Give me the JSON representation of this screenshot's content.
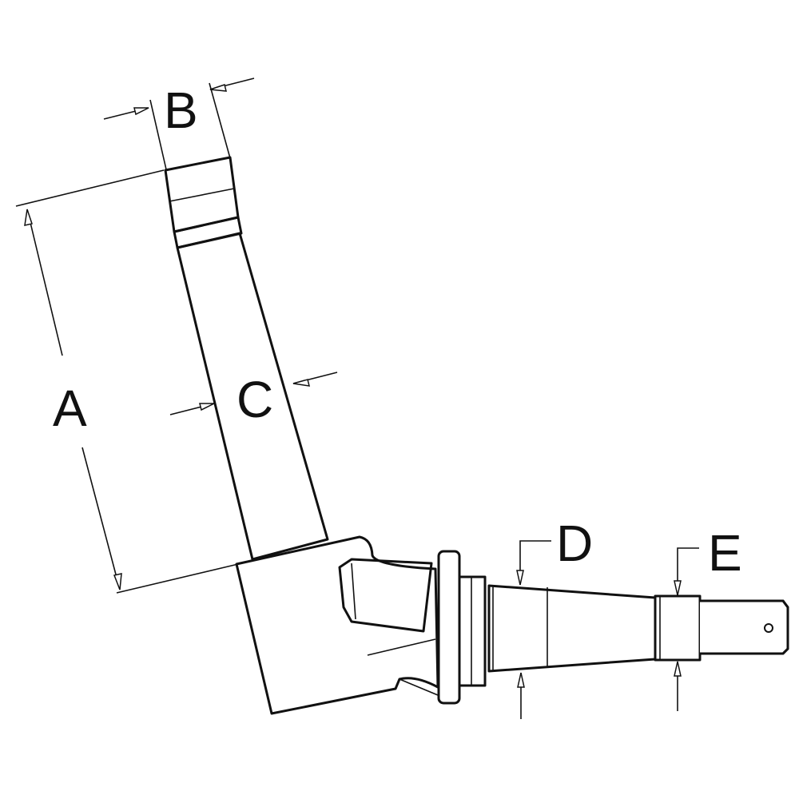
{
  "diagram": {
    "labels": {
      "a": "A",
      "b": "B",
      "c": "C",
      "d": "D",
      "e": "E"
    },
    "line_color": "#111111"
  }
}
